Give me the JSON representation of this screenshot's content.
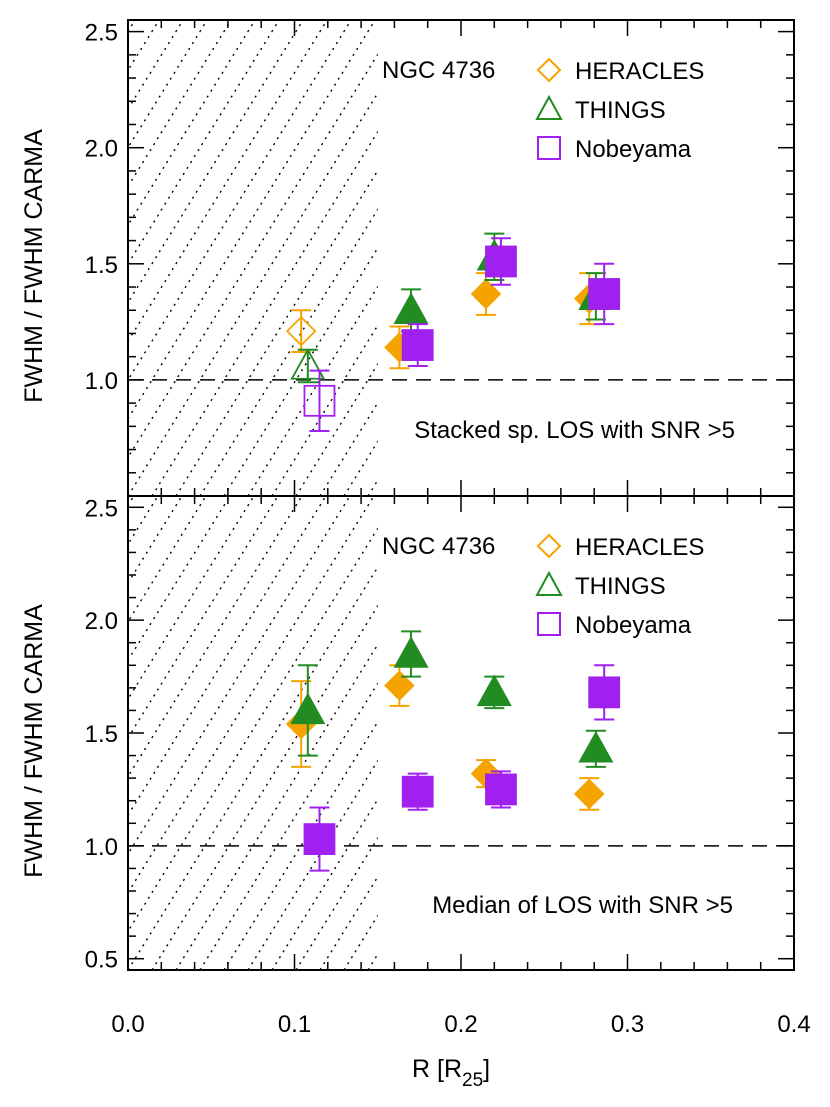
{
  "chart_data": [
    {
      "type": "scatter",
      "ylabel": "FWHM / FWHM CARMA",
      "xlabel": "R [R",
      "xlabel_sub": "25",
      "xlabel_end": "]",
      "xlim": [
        0.0,
        0.4
      ],
      "ylim": [
        0.5,
        2.55
      ],
      "x_ticks": [
        "0.0",
        "0.1",
        "0.2",
        "0.3",
        "0.4"
      ],
      "y_ticks": [
        "2.5",
        "2.0",
        "1.5",
        "1.0"
      ],
      "reference_line": 1.0,
      "shaded_region_x": [
        0.0,
        0.15
      ],
      "galaxy_label": "NGC 4736",
      "annotation": "Stacked sp. LOS with SNR >5",
      "series": [
        {
          "name": "HERACLES",
          "marker": "diamond",
          "color": "#f5a300",
          "points": [
            {
              "x": 0.104,
              "y": 1.21,
              "err": 0.09,
              "filled": false
            },
            {
              "x": 0.163,
              "y": 1.14,
              "err": 0.09,
              "filled": true
            },
            {
              "x": 0.215,
              "y": 1.37,
              "err": 0.09,
              "filled": true
            },
            {
              "x": 0.277,
              "y": 1.35,
              "err": 0.11,
              "filled": true
            }
          ]
        },
        {
          "name": "THINGS",
          "marker": "triangle",
          "color": "#228b22",
          "points": [
            {
              "x": 0.108,
              "y": 1.06,
              "err": 0.07,
              "filled": false
            },
            {
              "x": 0.17,
              "y": 1.3,
              "err": 0.09,
              "filled": true
            },
            {
              "x": 0.22,
              "y": 1.53,
              "err": 0.1,
              "filled": true
            },
            {
              "x": 0.281,
              "y": 1.36,
              "err": 0.1,
              "filled": true
            }
          ]
        },
        {
          "name": "Nobeyama",
          "marker": "square",
          "color": "#a020f0",
          "points": [
            {
              "x": 0.115,
              "y": 0.91,
              "err": 0.13,
              "filled": false
            },
            {
              "x": 0.174,
              "y": 1.15,
              "err": 0.09,
              "filled": true
            },
            {
              "x": 0.224,
              "y": 1.51,
              "err": 0.1,
              "filled": true
            },
            {
              "x": 0.286,
              "y": 1.37,
              "err": 0.13,
              "filled": true
            }
          ]
        }
      ]
    },
    {
      "type": "scatter",
      "ylabel": "FWHM / FWHM CARMA",
      "xlabel": "R [R",
      "xlabel_sub": "25",
      "xlabel_end": "]",
      "xlim": [
        0.0,
        0.4
      ],
      "ylim": [
        0.45,
        2.55
      ],
      "x_ticks": [
        "0.0",
        "0.1",
        "0.2",
        "0.3",
        "0.4"
      ],
      "y_ticks": [
        "2.5",
        "2.0",
        "1.5",
        "1.0",
        "0.5"
      ],
      "reference_line": 1.0,
      "shaded_region_x": [
        0.0,
        0.15
      ],
      "galaxy_label": "NGC 4736",
      "annotation": "Median of LOS with SNR >5",
      "series": [
        {
          "name": "HERACLES",
          "marker": "diamond",
          "color": "#f5a300",
          "points": [
            {
              "x": 0.104,
              "y": 1.54,
              "err": 0.19,
              "filled": true
            },
            {
              "x": 0.163,
              "y": 1.71,
              "err": 0.09,
              "filled": true
            },
            {
              "x": 0.215,
              "y": 1.32,
              "err": 0.06,
              "filled": true
            },
            {
              "x": 0.277,
              "y": 1.23,
              "err": 0.07,
              "filled": true
            }
          ]
        },
        {
          "name": "THINGS",
          "marker": "triangle",
          "color": "#228b22",
          "points": [
            {
              "x": 0.108,
              "y": 1.6,
              "err": 0.2,
              "filled": true
            },
            {
              "x": 0.17,
              "y": 1.85,
              "err": 0.1,
              "filled": true
            },
            {
              "x": 0.22,
              "y": 1.68,
              "err": 0.07,
              "filled": true
            },
            {
              "x": 0.281,
              "y": 1.43,
              "err": 0.08,
              "filled": true
            }
          ]
        },
        {
          "name": "Nobeyama",
          "marker": "square",
          "color": "#a020f0",
          "points": [
            {
              "x": 0.115,
              "y": 1.03,
              "err": 0.14,
              "filled": true
            },
            {
              "x": 0.174,
              "y": 1.24,
              "err": 0.08,
              "filled": true
            },
            {
              "x": 0.224,
              "y": 1.25,
              "err": 0.08,
              "filled": true
            },
            {
              "x": 0.286,
              "y": 1.68,
              "err": 0.12,
              "filled": true
            }
          ]
        }
      ]
    }
  ]
}
